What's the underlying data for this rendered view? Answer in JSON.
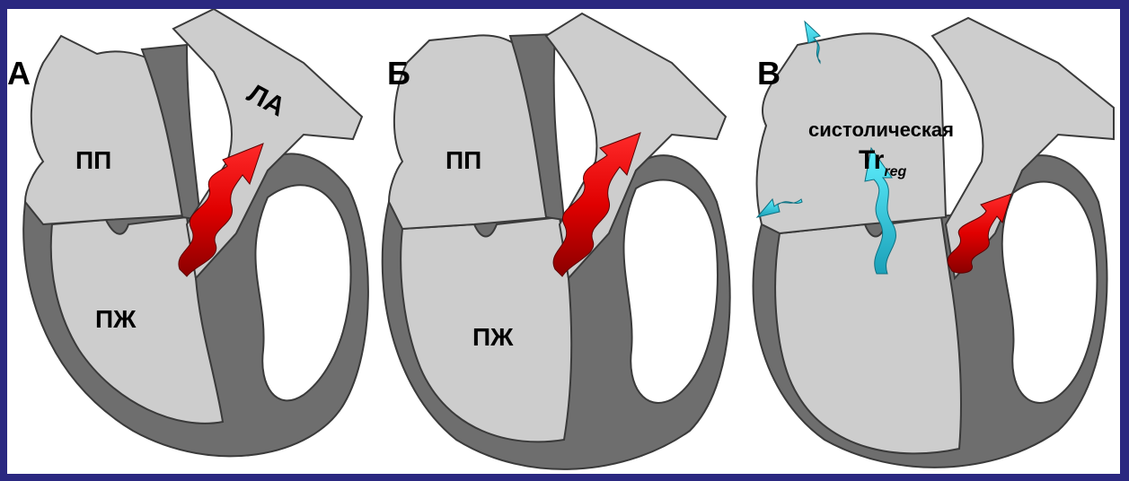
{
  "panels": [
    {
      "letter": "А",
      "ra": "ПП",
      "rv": "ПЖ",
      "pa": "ЛА"
    },
    {
      "letter": "Б",
      "ra": "ПП",
      "rv": "ПЖ"
    },
    {
      "letter": "В",
      "regurg_label": "систолическая",
      "tr_main": "Tr",
      "tr_sub": "reg"
    }
  ],
  "colors": {
    "frame": "#2a2880",
    "wall": "#6e6e6e",
    "chamber": "#cdcdcd",
    "outline": "#3a3a3a",
    "flow_forward": "#e00000",
    "flow_regurg": "#22c8e0"
  }
}
